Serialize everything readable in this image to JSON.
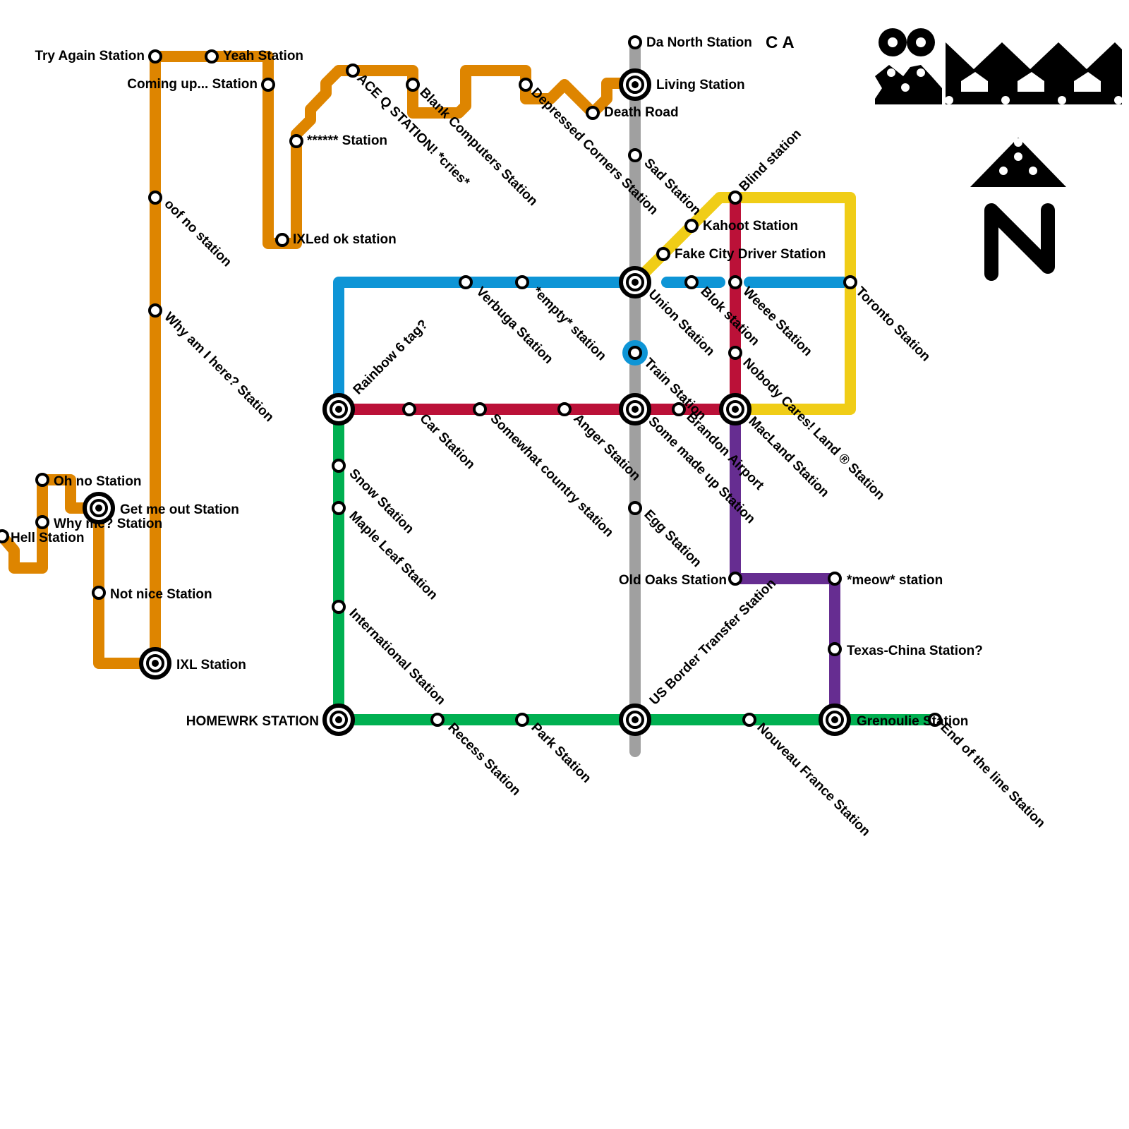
{
  "colors": {
    "orange": "#DE8500",
    "grey": "#A0A0A0",
    "blue": "#0E95D6",
    "red": "#BB1138",
    "yellow": "#F0CD17",
    "green": "#00B051",
    "purple": "#662D91",
    "ink": "#000000",
    "background": "#FFFFFF"
  },
  "logo": {
    "text": "CA"
  },
  "labels": {
    "try_again": "Try Again Station",
    "yeah": "Yeah Station",
    "coming_up": "Coming up... Station",
    "stars": "****** Station",
    "ace_q": "ACE Q STATION! *cries*",
    "blank_computers": "Blank Computers Station",
    "depressed_corners": "Depressed Corners Station",
    "death_road": "Death Road",
    "da_north": "Da North Station",
    "living": "Living Station",
    "sad": "Sad Station",
    "blind": "Blind station",
    "kahoot": "Kahoot Station",
    "fake_city": "Fake City Driver Station",
    "ixled": "IXLed ok station",
    "oof_no": "oof no station",
    "why_am_i_here": "Why am I here? Station",
    "verbuga": "Verbuga Station",
    "empty": "*empty* station",
    "union": "Union Station",
    "blok": "Blok station",
    "weeee": "Weeee Station",
    "toronto": "Toronto Station",
    "rainbow": "Rainbow 6 tag?",
    "train": "Train Station",
    "nobody_cares": "Nobody Cares! Land ® Station",
    "car": "Car Station",
    "somewhat_country": "Somewhat country station",
    "anger": "Anger Station",
    "some_made_up": "Some made up Station",
    "brandon_airport": "Brandon Airport",
    "macland": "MacLand Station",
    "oh_no": "Oh no Station",
    "get_me_out": "Get me out Station",
    "why_me": "Why me? Station",
    "hell": "Hell Station",
    "snow": "Snow Station",
    "maple_leaf": "Maple Leaf Station",
    "egg": "Egg Station",
    "old_oaks": "Old Oaks Station",
    "meow": "*meow* station",
    "not_nice": "Not nice Station",
    "ixl": "IXL Station",
    "international": "International Station",
    "us_border": "US Border Transfer Station",
    "texas_china": "Texas-China Station?",
    "homewrk": "HOMEWRK STATION",
    "recess": "Recess Station",
    "park": "Park Station",
    "nouveau_france": "Nouveau France Station",
    "grenoulie": "Grenoulie Station",
    "end_of_line": "End of the line Station"
  }
}
